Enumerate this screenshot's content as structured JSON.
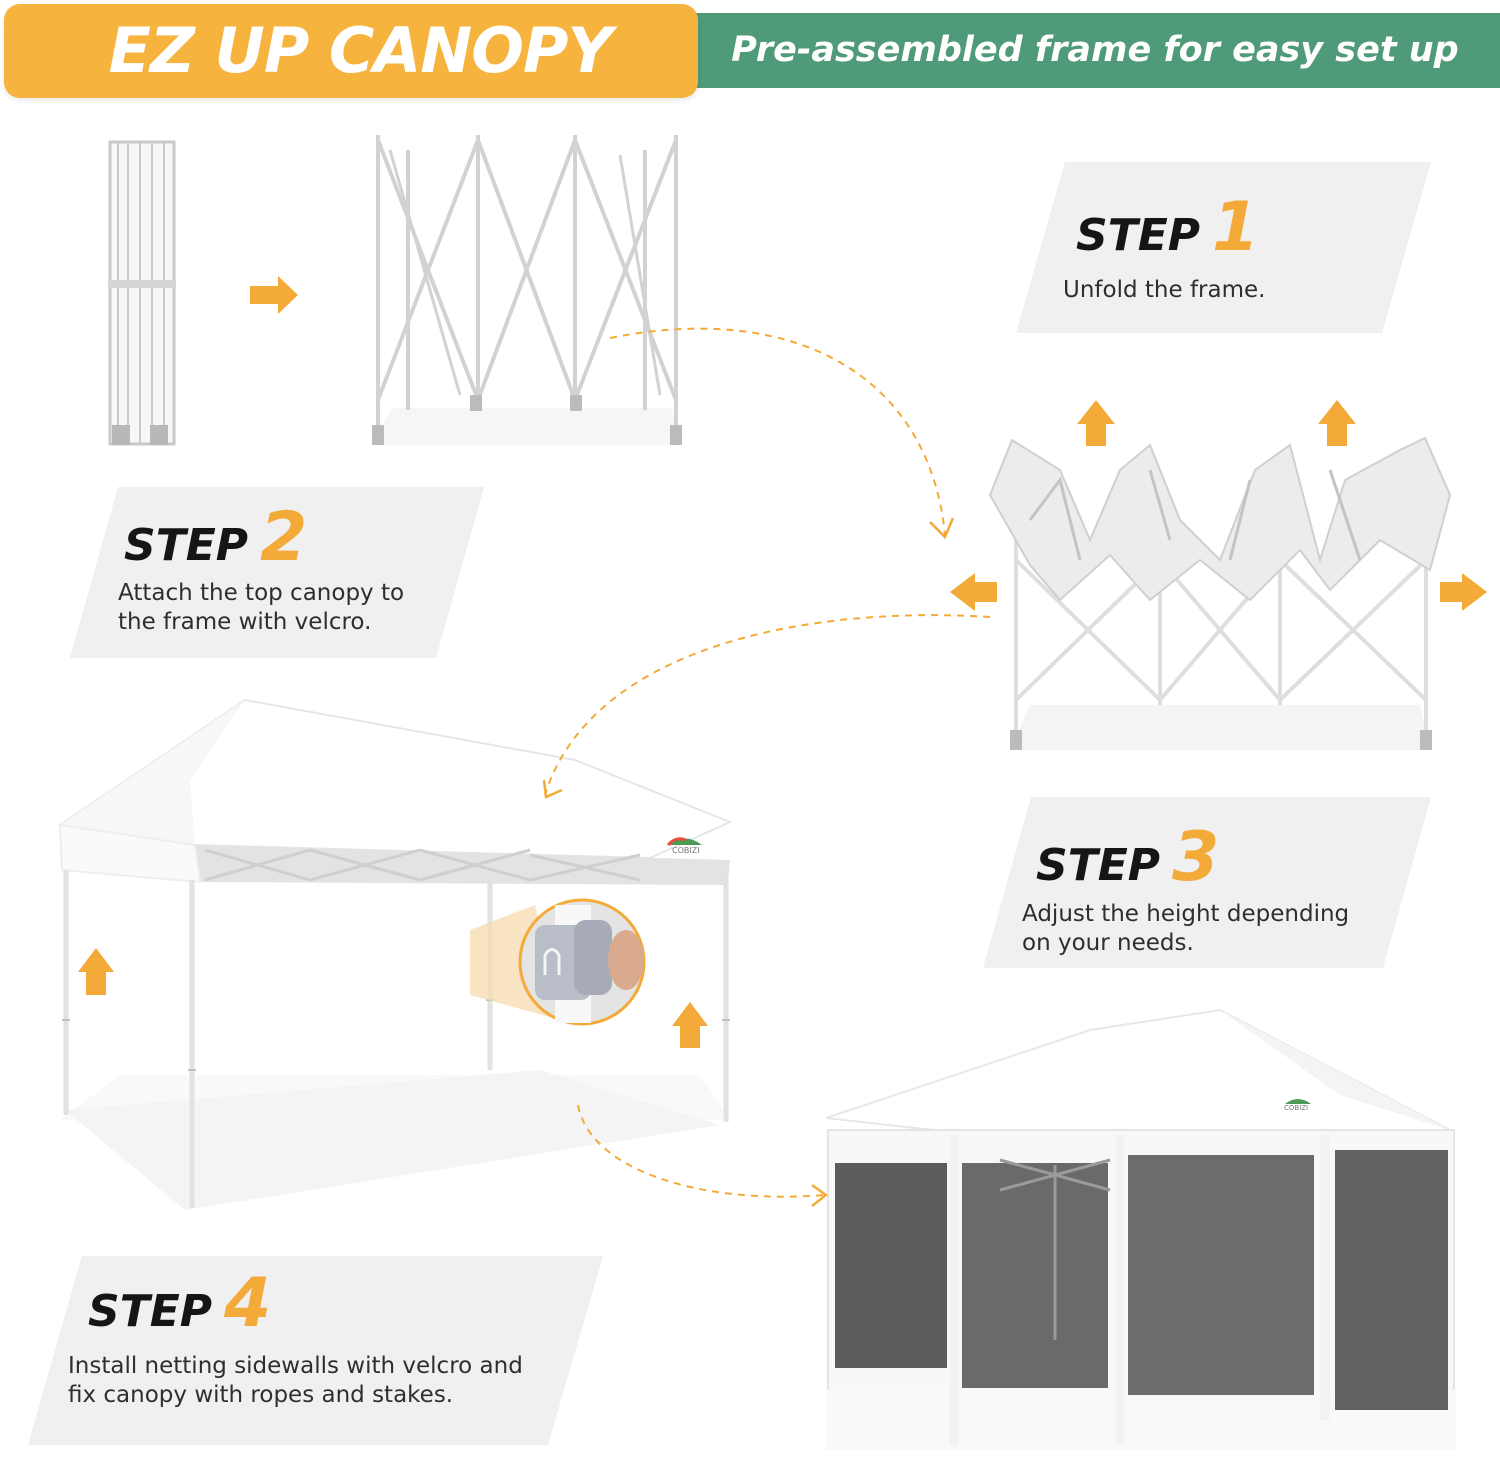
{
  "header": {
    "title": "EZ UP CANOPY",
    "subtitle": "Pre-assembled frame for easy set up"
  },
  "steps": [
    {
      "label": "STEP",
      "number": "1",
      "description": "Unfold the frame."
    },
    {
      "label": "STEP",
      "number": "2",
      "description": "Attach the top canopy to the frame with velcro."
    },
    {
      "label": "STEP",
      "number": "3",
      "description": "Adjust the height depending on your needs."
    },
    {
      "label": "STEP",
      "number": "4",
      "description": "Install netting sidewalls with velcro and fix canopy with ropes and stakes."
    }
  ],
  "brand": {
    "logo_text": "COBIZI"
  },
  "colors": {
    "accent_orange": "#f3aa38",
    "banner_orange": "#f6b33e",
    "banner_green": "#4f9a78",
    "card_gray": "#f0f0f0"
  },
  "icons": [
    "arrow-right-icon",
    "arrow-up-icon",
    "arrow-left-icon",
    "dashed-curve-arrow-icon"
  ]
}
